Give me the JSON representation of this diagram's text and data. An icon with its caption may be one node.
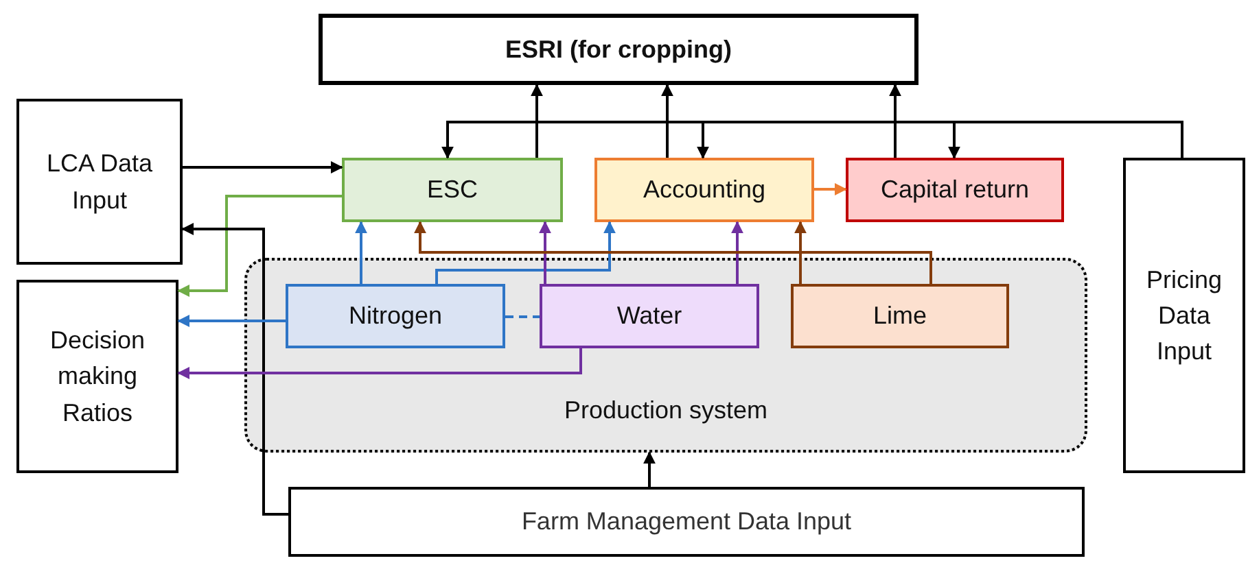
{
  "diagram": {
    "nodes": [
      {
        "text": [
          "ESRI (for cropping)"
        ]
      },
      {
        "text": [
          "LCA Data Input"
        ]
      },
      {
        "text": [
          "ESC"
        ]
      },
      {
        "text": [
          "Accounting"
        ]
      },
      {
        "text": [
          "Capital return"
        ]
      },
      {
        "text": [
          "Pricing Data Input"
        ]
      },
      {
        "text": [
          "Decision making Ratios"
        ]
      },
      {
        "text": [
          "Production system"
        ]
      },
      {
        "text": [
          "Nitrogen"
        ],
        "in": 7
      },
      {
        "text": [
          "Water"
        ],
        "in": 7
      },
      {
        "text": [
          "Lime"
        ],
        "in": 7
      },
      {
        "text": [
          "Farm Management Data Input"
        ]
      }
    ],
    "edges": [
      {
        "from": 2,
        "to": 0,
        "arrow": "to"
      },
      {
        "from": 3,
        "to": 0,
        "arrow": "to"
      },
      {
        "from": 4,
        "to": 0,
        "arrow": "to"
      },
      {
        "from": 5,
        "to": 2,
        "arrow": "to"
      },
      {
        "from": 5,
        "to": 3,
        "arrow": "to"
      },
      {
        "from": 5,
        "to": 4,
        "arrow": "to"
      },
      {
        "from": 1,
        "to": 2,
        "arrow": "to"
      },
      {
        "from": 3,
        "to": 4,
        "arrow": "to",
        "color": "#ed7d31"
      },
      {
        "from": 2,
        "to": 6,
        "arrow": "to",
        "color": "#70ad47"
      },
      {
        "from": 11,
        "to": 1,
        "arrow": "to"
      },
      {
        "from": 11,
        "to": 7,
        "arrow": "to"
      },
      {
        "from": 8,
        "to": 2,
        "arrow": "to",
        "color": "#2e75c6"
      },
      {
        "from": 8,
        "to": 3,
        "arrow": "to",
        "color": "#2e75c6"
      },
      {
        "from": 8,
        "to": 6,
        "arrow": "to",
        "color": "#2e75c6"
      },
      {
        "from": 8,
        "to": 9,
        "arrow": "none",
        "style": "dashed",
        "color": "#2e75c6"
      },
      {
        "from": 9,
        "to": 2,
        "arrow": "to",
        "color": "#7030a0"
      },
      {
        "from": 9,
        "to": 3,
        "arrow": "to",
        "color": "#7030a0"
      },
      {
        "from": 9,
        "to": 6,
        "arrow": "to",
        "color": "#7030a0"
      },
      {
        "from": 10,
        "to": 2,
        "arrow": "to",
        "color": "#843c0c"
      },
      {
        "from": 10,
        "to": 3,
        "arrow": "to",
        "color": "#843c0c"
      }
    ]
  }
}
